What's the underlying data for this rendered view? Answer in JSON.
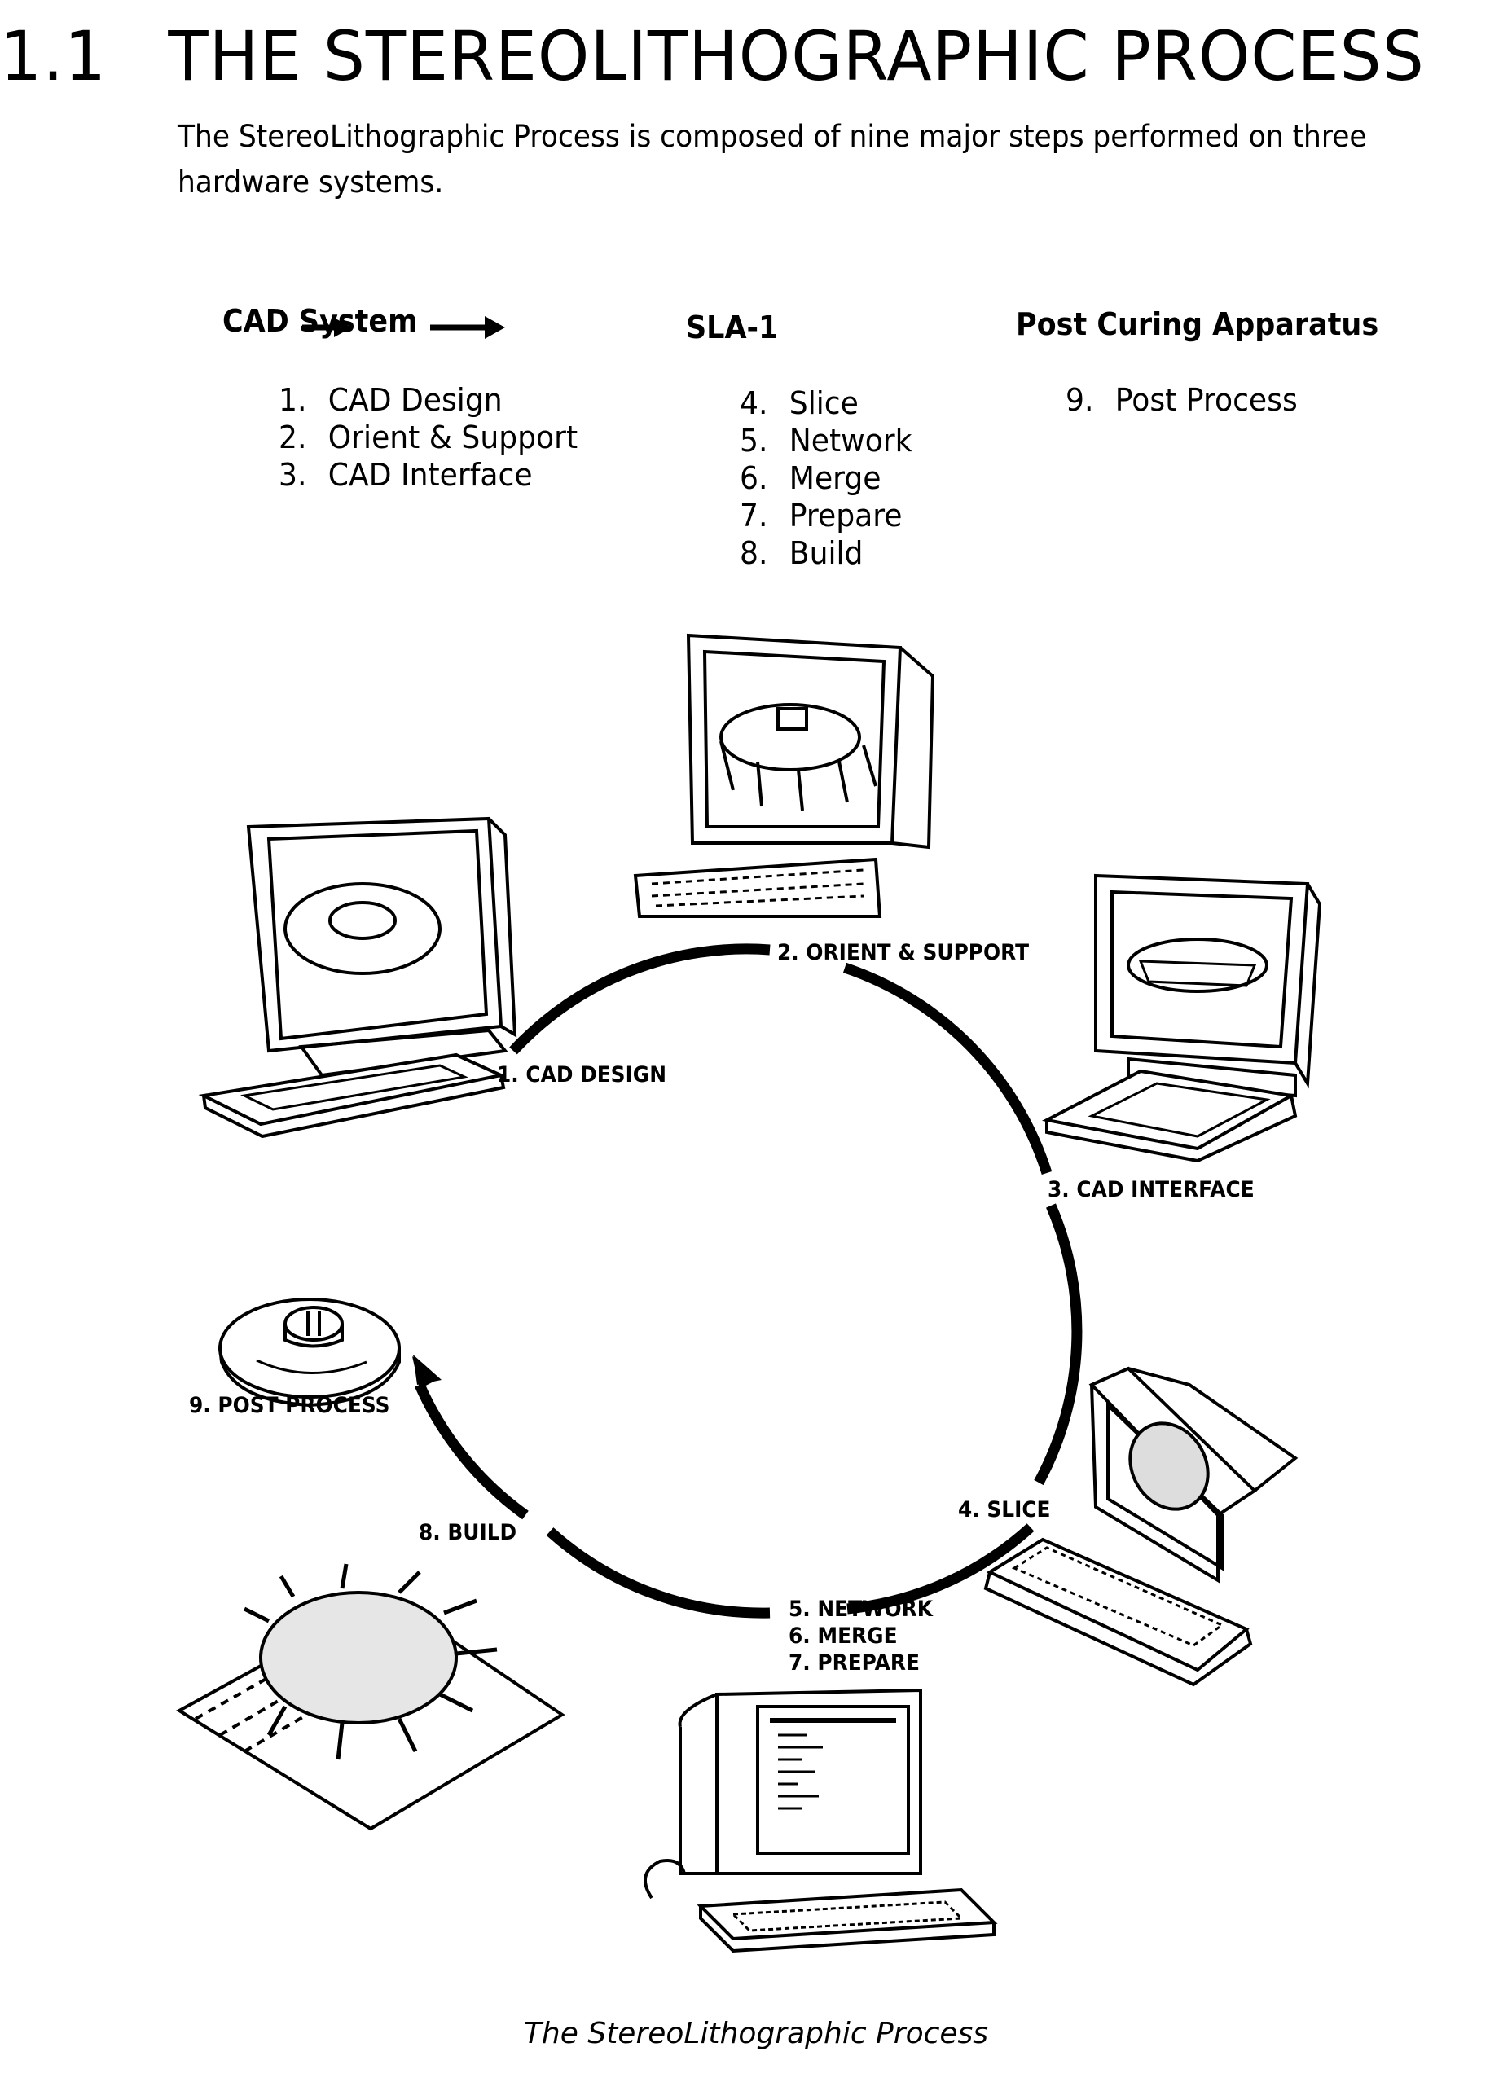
{
  "header": {
    "section_number": "1.1",
    "section_title": "THE STEREOLITHOGRAPHIC PROCESS"
  },
  "intro_text": "The StereoLithographic Process is composed of nine major steps performed on three hardware systems.",
  "systems": [
    {
      "name": "CAD System",
      "steps": [
        {
          "n": "1.",
          "label": "CAD Design"
        },
        {
          "n": "2.",
          "label": "Orient & Support"
        },
        {
          "n": "3.",
          "label": "CAD Interface"
        }
      ]
    },
    {
      "name": "SLA-1",
      "steps": [
        {
          "n": "4.",
          "label": "Slice"
        },
        {
          "n": "5.",
          "label": "Network"
        },
        {
          "n": "6.",
          "label": "Merge"
        },
        {
          "n": "7.",
          "label": "Prepare"
        },
        {
          "n": "8.",
          "label": "Build"
        }
      ]
    },
    {
      "name": "Post Curing Apparatus",
      "steps": [
        {
          "n": "9.",
          "label": "Post Process"
        }
      ]
    }
  ],
  "flow_icons": [
    "arrow-right-icon",
    "arrow-right-icon"
  ],
  "cycle": {
    "labels": {
      "cad_design": "1.  CAD DESIGN",
      "orient_support": "2.  ORIENT & SUPPORT",
      "cad_interface": "3.  CAD INTERFACE",
      "slice": "4.  SLICE",
      "network": "5.  NETWORK",
      "merge": "6.  MERGE",
      "prepare": "7.  PREPARE",
      "build": "8.  BUILD",
      "post_process": "9.  POST PROCESS"
    },
    "illustrations": [
      "cad-workstation-icon",
      "orient-workstation-icon",
      "interface-workstation-icon",
      "slice-computer-icon",
      "sla-terminal-icon",
      "build-platform-icon",
      "finished-part-icon"
    ]
  },
  "caption": "The StereoLithographic Process"
}
